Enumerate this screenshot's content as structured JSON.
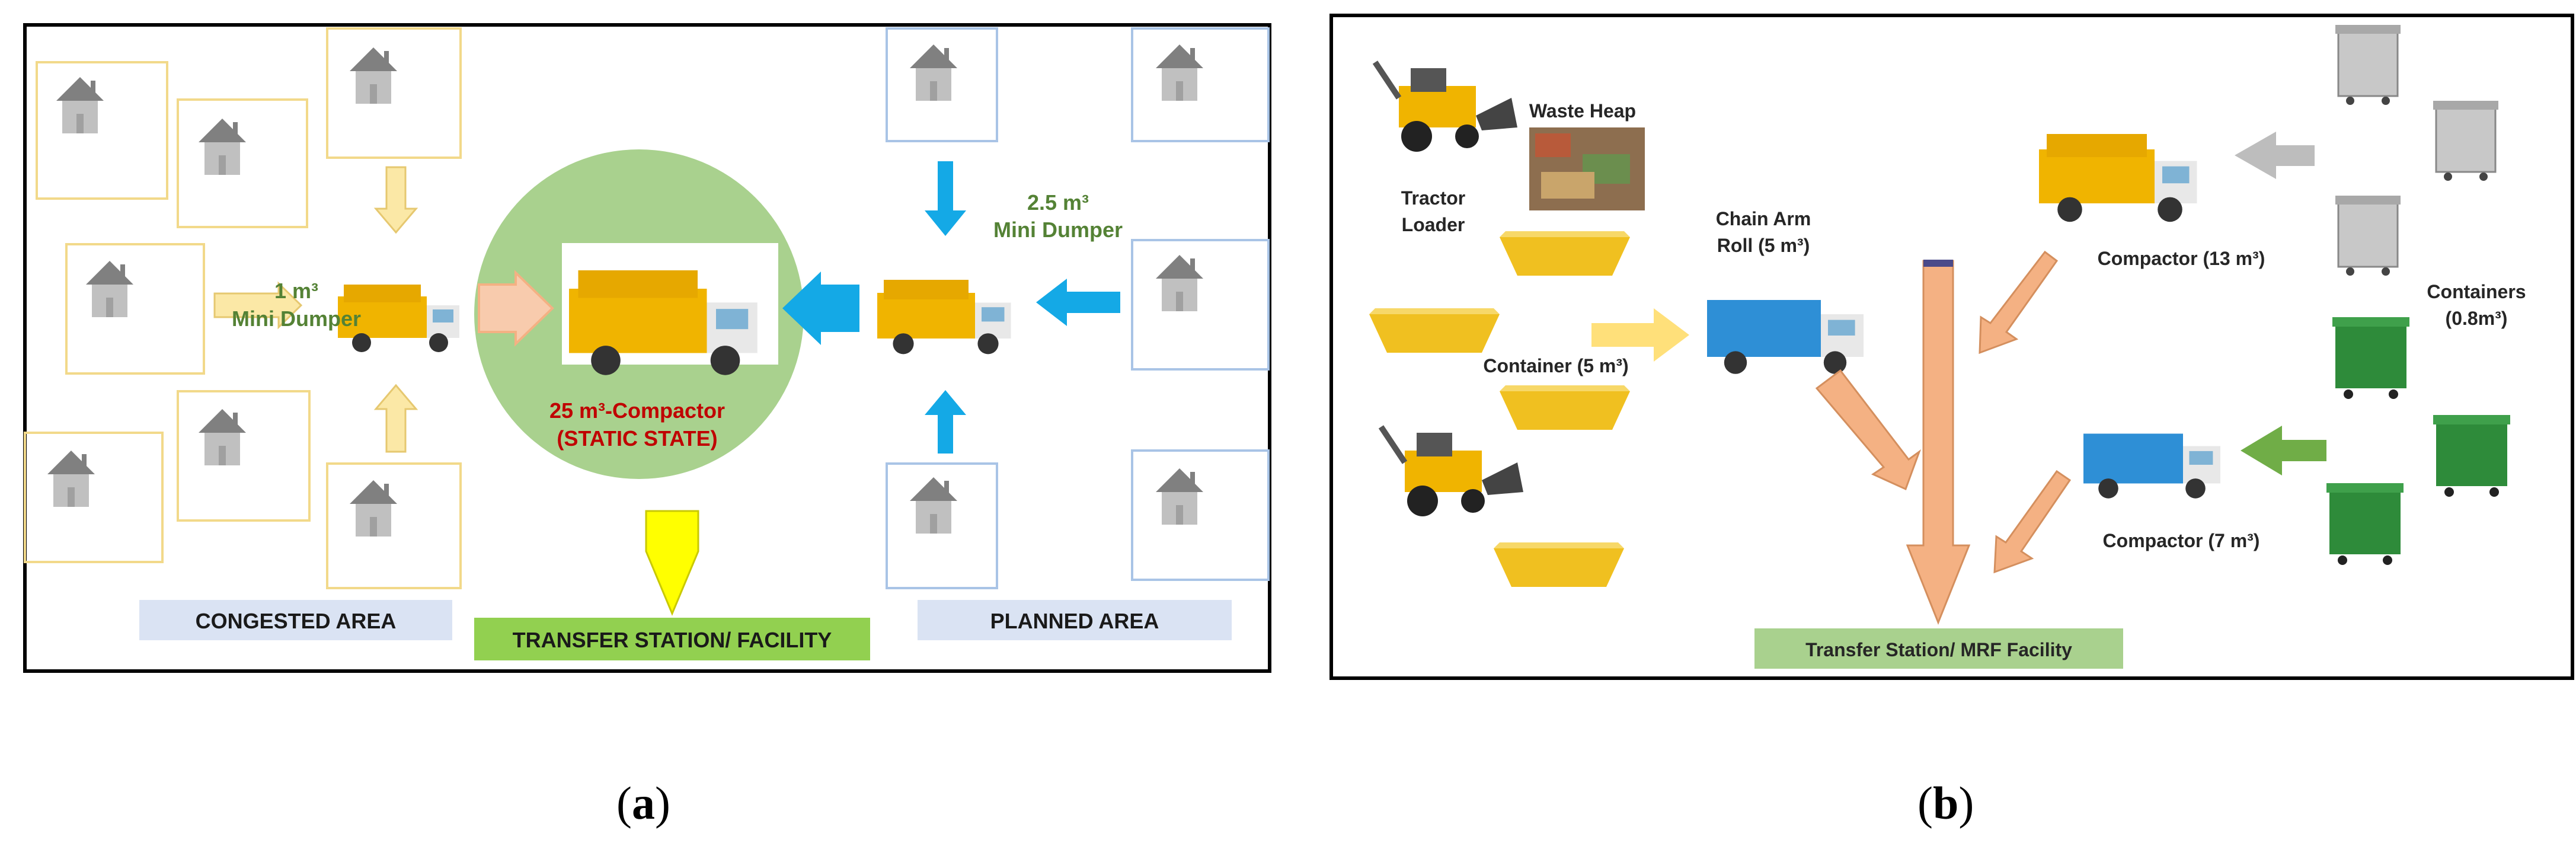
{
  "panel_a": {
    "dumper_small_volume": "1 m³",
    "dumper_small_name": "Mini Dumper",
    "dumper_large_volume": "2.5 m³",
    "dumper_large_name": "Mini Dumper",
    "compactor_name": "25 m³-Compactor",
    "compactor_state": "(STATIC STATE)",
    "congested_label": "CONGESTED AREA",
    "transfer_label": "TRANSFER STATION/ FACILITY",
    "planned_label": "PLANNED AREA"
  },
  "panel_b": {
    "waste_heap": "Waste Heap",
    "tractor_loader_line1": "Tractor",
    "tractor_loader_line2": "Loader",
    "chain_arm_line1": "Chain Arm",
    "chain_arm_line2": "Roll (5 m³)",
    "container_5": "Container (5 m³)",
    "compactor_13": "Compactor (13 m³)",
    "compactor_7": "Compactor (7 m³)",
    "containers_line1": "Containers",
    "containers_line2": "(0.8m³)",
    "transfer_mrf": "Transfer Station/ MRF Facility"
  },
  "captions": {
    "a": "a",
    "b": "b"
  },
  "colors": {
    "house_roof": "#808080",
    "house_wall": "#c0c0c0",
    "house_door": "#a0a0a0",
    "house_frame_congested": "#f2d98a",
    "house_frame_planned": "#a9c4e6",
    "arrow_pale_yellow": "#fbe8a6",
    "arrow_cyan": "#14a9e6",
    "arrow_peach": "#f4b183",
    "arrow_yellow": "#ffff00",
    "arrow_grey": "#bdbdbd",
    "arrow_green": "#70ad47",
    "circle_green": "#a9d18e",
    "label_green": "#548235",
    "label_red": "#c00000",
    "box_blue_label": "#dae3f3",
    "box_green_label": "#92d050",
    "box_green_label_b": "#a9d18e",
    "truck_yellow": "#f0b400",
    "truck_blue": "#2e8fd6",
    "bin_grey": "#c8c8c8",
    "bin_green": "#2e8b3a"
  }
}
